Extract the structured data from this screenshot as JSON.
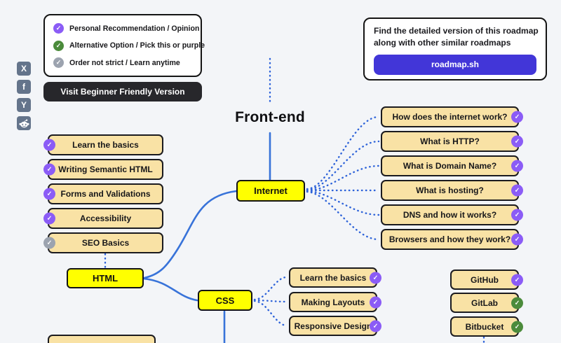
{
  "colors": {
    "background": "#f3f5f8",
    "node_yellow": "#ffff00",
    "topic_tan": "#f9e2a5",
    "line_blue_solid": "#3873d9",
    "line_blue_dotted": "#2e63d9",
    "badge_purple": "#8b5cf6",
    "badge_green": "#4b8b3b",
    "badge_gray": "#9ca3af",
    "dark_button": "#27272b",
    "indigo_button": "#4236d8",
    "social_gray": "#64748b"
  },
  "legend": {
    "items": [
      {
        "label": "Personal Recommendation / Opinion",
        "badge": "purple"
      },
      {
        "label": "Alternative Option / Pick this or purple",
        "badge": "green"
      },
      {
        "label": "Order not strict / Learn anytime",
        "badge": "gray"
      }
    ]
  },
  "social": {
    "icons": [
      {
        "name": "x-icon",
        "glyph": "X"
      },
      {
        "name": "facebook-icon",
        "glyph": "f"
      },
      {
        "name": "hackernews-icon",
        "glyph": "Y"
      },
      {
        "name": "reddit-icon",
        "glyph": ""
      }
    ]
  },
  "beginner_button": {
    "label": "Visit Beginner Friendly Version"
  },
  "promo_card": {
    "line1": "Find the detailed version of this roadmap",
    "line2": "along with other similar roadmaps",
    "button_label": "roadmap.sh"
  },
  "title": "Front-end",
  "nodes": {
    "internet": "Internet",
    "html": "HTML",
    "css": "CSS"
  },
  "internet_topics": [
    {
      "label": "How does the internet work?",
      "badge": "purple"
    },
    {
      "label": "What is HTTP?",
      "badge": "purple"
    },
    {
      "label": "What is Domain Name?",
      "badge": "purple"
    },
    {
      "label": "What is hosting?",
      "badge": "purple"
    },
    {
      "label": "DNS and how it works?",
      "badge": "purple"
    },
    {
      "label": "Browsers and how they work?",
      "badge": "purple"
    }
  ],
  "html_topics": [
    {
      "label": "Learn the basics",
      "badge": "purple"
    },
    {
      "label": "Writing Semantic HTML",
      "badge": "purple"
    },
    {
      "label": "Forms and Validations",
      "badge": "purple"
    },
    {
      "label": "Accessibility",
      "badge": "purple"
    },
    {
      "label": "SEO Basics",
      "badge": "gray"
    }
  ],
  "css_topics": [
    {
      "label": "Learn the basics",
      "badge": "purple"
    },
    {
      "label": "Making Layouts",
      "badge": "purple"
    },
    {
      "label": "Responsive Design",
      "badge": "purple"
    }
  ],
  "git_hosting": [
    {
      "label": "GitHub",
      "badge": "purple"
    },
    {
      "label": "GitLab",
      "badge": "green"
    },
    {
      "label": "Bitbucket",
      "badge": "green"
    }
  ]
}
